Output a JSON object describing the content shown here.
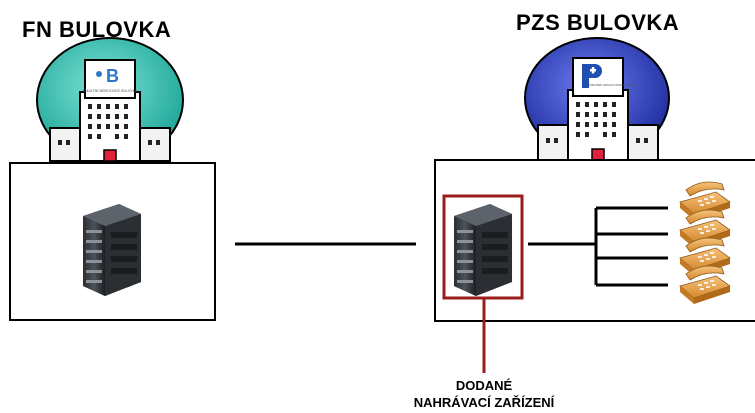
{
  "sites": {
    "left": {
      "title": "FN BULOVKA",
      "logo_text": "FAKULTNÍ NEMOCNICE BULOVKA"
    },
    "right": {
      "title": "PZS BULOVKA",
      "logo_text": "ODBORNÉ ZDRAVOTNICKÉ PRAXE"
    }
  },
  "callout": {
    "line1": "DODANÉ",
    "line2": "NAHRÁVACÍ ZAŘÍZENÍ"
  },
  "colors": {
    "left_dome": "#1fa89a",
    "right_dome": "#1f2fa0",
    "highlight": "#9b1c1c",
    "phone": "#e09a3a"
  },
  "icons": {
    "server": "server-rack-icon",
    "phone": "desk-phone-icon",
    "building": "hospital-building-icon"
  }
}
